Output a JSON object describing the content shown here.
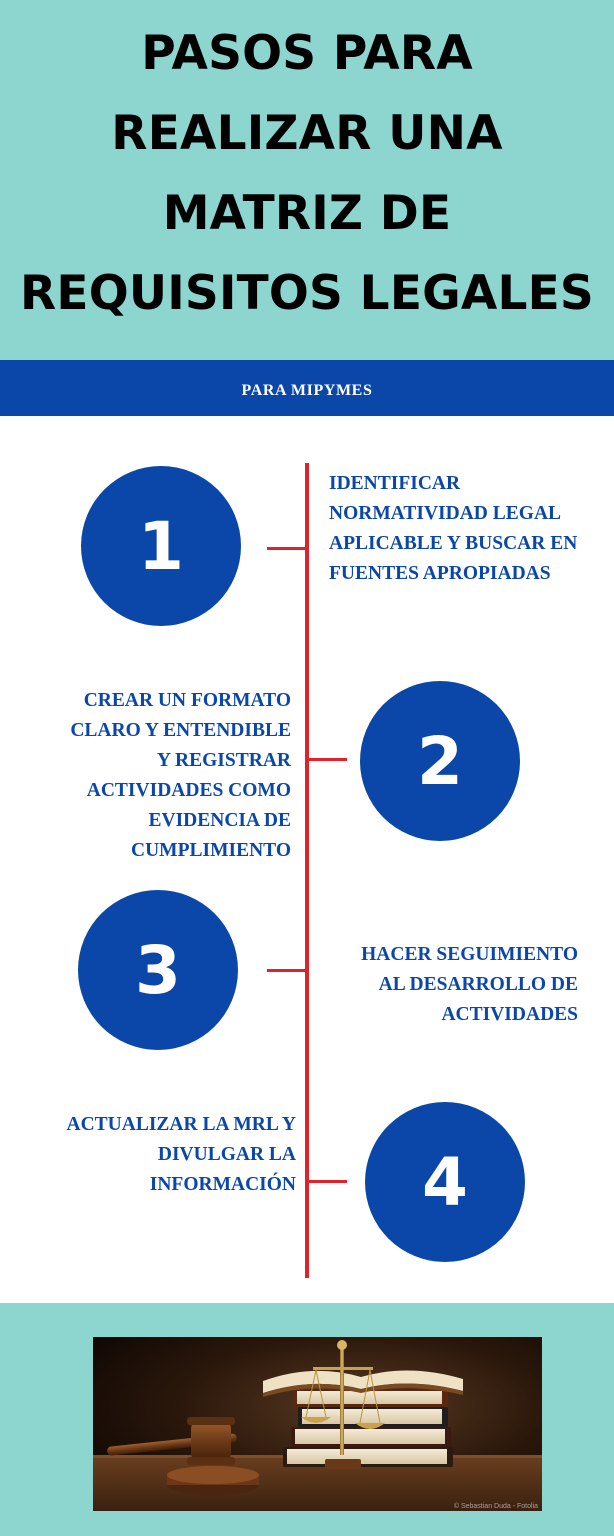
{
  "header": {
    "title_lines": [
      "PASOS PARA",
      "REALIZAR UNA",
      "MATRIZ DE",
      "REQUISITOS LEGALES"
    ]
  },
  "banner": {
    "text": "PARA MIPYMES"
  },
  "steps": [
    {
      "number": "1",
      "lines": [
        "IDENTIFICAR",
        "NORMATIVIDAD LEGAL",
        "APLICABLE Y BUSCAR EN",
        "FUENTES APROPIADAS"
      ]
    },
    {
      "number": "2",
      "lines": [
        "CREAR UN FORMATO",
        "CLARO Y ENTENDIBLE",
        "Y REGISTRAR",
        "ACTIVIDADES COMO",
        "EVIDENCIA DE",
        "CUMPLIMIENTO"
      ]
    },
    {
      "number": "3",
      "lines": [
        "HACER SEGUIMIENTO",
        "AL DESARROLLO DE",
        "ACTIVIDADES"
      ]
    },
    {
      "number": "4",
      "lines": [
        "ACTUALIZAR LA MRL Y",
        "DIVULGAR LA",
        "INFORMACIÓN"
      ]
    }
  ],
  "footer": {
    "image_caption": "© Sebastian Duda - Fotolia"
  },
  "colors": {
    "teal": "#8dd6cf",
    "blue": "#0a47a9",
    "red": "#e3212b",
    "white": "#ffffff",
    "black": "#000000"
  },
  "icons": {
    "photo": "law-books-gavel-scales-photo"
  }
}
